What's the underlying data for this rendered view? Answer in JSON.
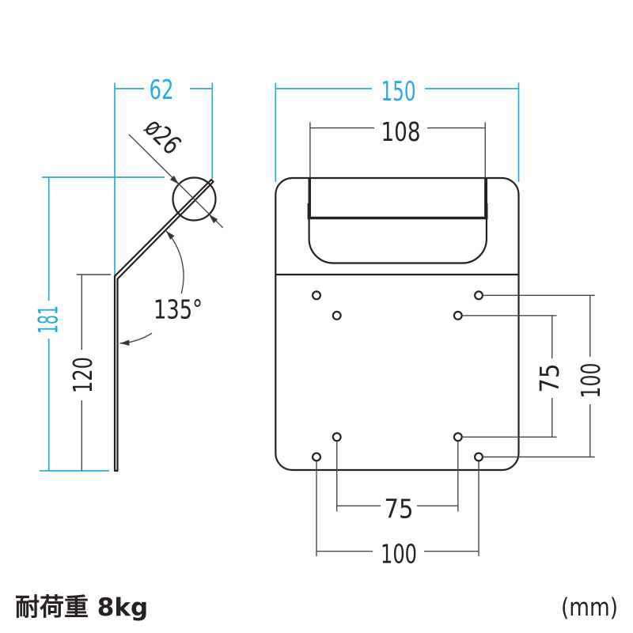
{
  "colors": {
    "accent_cyan": "#29abe2",
    "ink": "#272220",
    "dim_line": "#4e4845"
  },
  "side_view": {
    "top_width_mm": "62",
    "pole_diameter": "ø26",
    "bend_angle": "135°",
    "overall_height_mm": "181",
    "flat_section_height_mm": "120"
  },
  "front_view": {
    "overall_width_mm": "150",
    "slot_width_mm": "108",
    "hole_pitch_vertical_inner": "75",
    "hole_pitch_vertical_outer": "100",
    "hole_pitch_horizontal_inner": "75",
    "hole_pitch_horizontal_outer": "100"
  },
  "footer": {
    "load_capacity": "耐荷重 8kg",
    "units_note": "(mm)"
  }
}
